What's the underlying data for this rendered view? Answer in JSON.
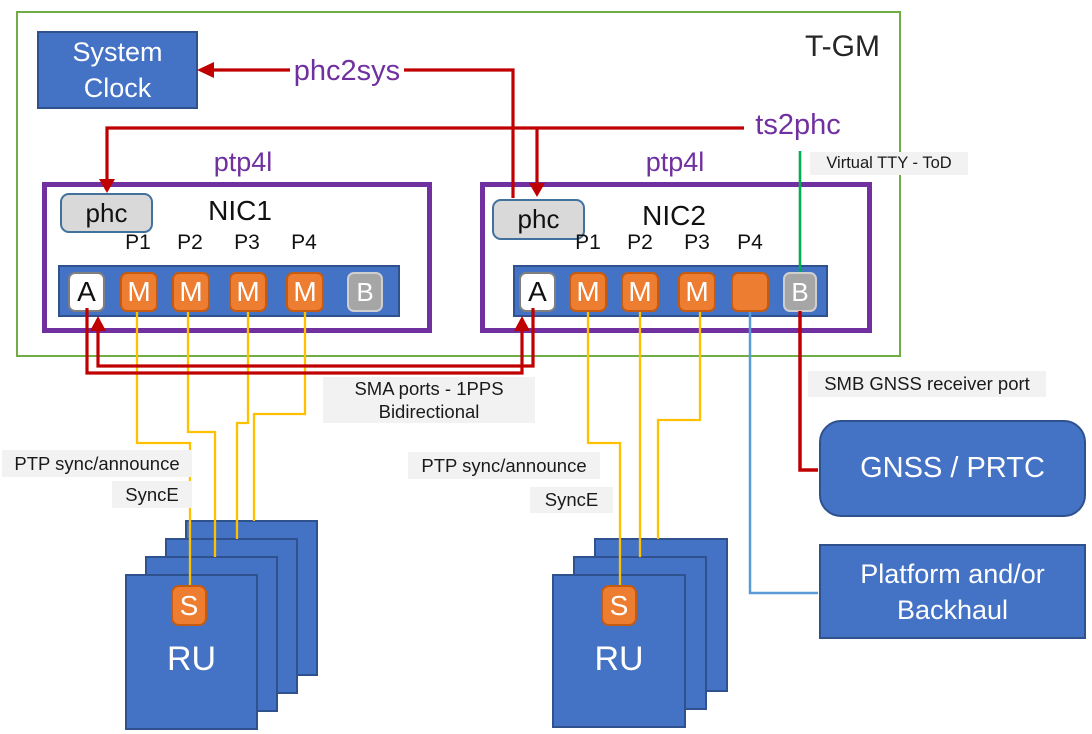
{
  "tgm": {
    "title": "T-GM"
  },
  "system_clock": {
    "line1": "System",
    "line2": "Clock"
  },
  "processes": {
    "phc2sys": "phc2sys",
    "ts2phc": "ts2phc"
  },
  "nic1": {
    "ptp4l": "ptp4l",
    "name": "NIC1",
    "phc": "phc",
    "port_labels": [
      "P1",
      "P2",
      "P3",
      "P4"
    ],
    "ports": [
      {
        "letter": "A"
      },
      {
        "letter": "M"
      },
      {
        "letter": "M"
      },
      {
        "letter": "M"
      },
      {
        "letter": "M"
      },
      {
        "letter": "B"
      }
    ]
  },
  "nic2": {
    "ptp4l": "ptp4l",
    "name": "NIC2",
    "phc": "phc",
    "port_labels": [
      "P1",
      "P2",
      "P3",
      "P4"
    ],
    "ports": [
      {
        "letter": "A"
      },
      {
        "letter": "M"
      },
      {
        "letter": "M"
      },
      {
        "letter": "M"
      },
      {
        "letter": ""
      },
      {
        "letter": "B"
      }
    ]
  },
  "annotations": {
    "virtual_tty": "Virtual TTY - ToD",
    "smb_gnss": "SMB GNSS receiver port",
    "sma_line1": "SMA ports - 1PPS",
    "sma_line2": "Bidirectional",
    "ptp_sync_left": "PTP sync/announce",
    "synce_left": "SyncE",
    "ptp_sync_right": "PTP sync/announce",
    "synce_right": "SyncE"
  },
  "external": {
    "gnss": "GNSS / PRTC",
    "platform_line1": "Platform and/or",
    "platform_line2": "Backhaul"
  },
  "ru_left": {
    "s_port": "S",
    "name": "RU",
    "layers": 4
  },
  "ru_right": {
    "s_port": "S",
    "name": "RU",
    "layers": 3
  },
  "colors": {
    "box_blue": "#4472C4",
    "box_blue_border": "#2F528F",
    "orange": "#ED7D31",
    "purple": "#7030A0",
    "red": "#C00000",
    "yellow": "#FFC000",
    "boundary_green": "#70AD47",
    "tod_green": "#00B050",
    "light_blue": "#5B9BD5",
    "gray_port": "#A6A6A6",
    "phc_gray": "#D9D9D9",
    "label_bg": "#F2F2F2"
  }
}
